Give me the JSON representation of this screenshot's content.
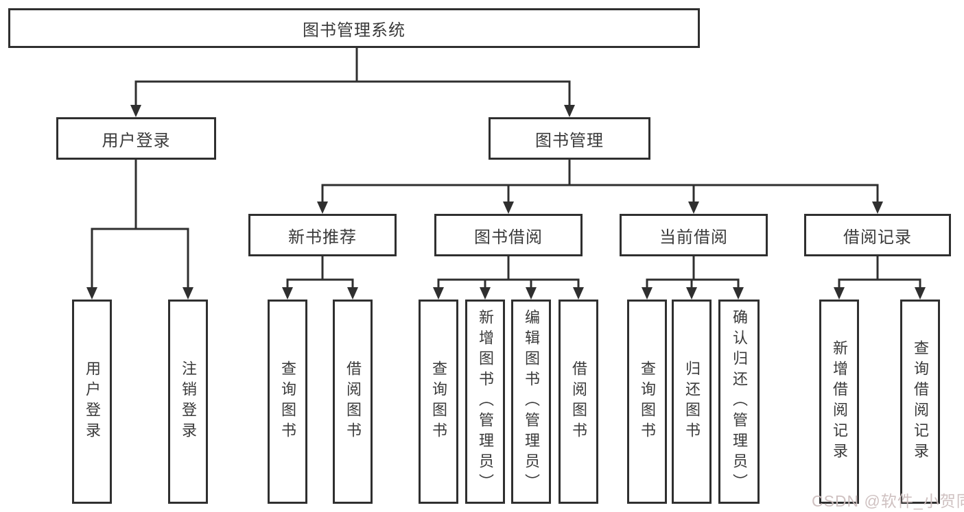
{
  "diagram": {
    "root": {
      "label": "图书管理系统"
    },
    "user_login": {
      "label": "用户登录",
      "children": [
        {
          "label": "用户登录"
        },
        {
          "label": "注销登录"
        }
      ]
    },
    "book_mgmt": {
      "label": "图书管理",
      "children": [
        {
          "label": "新书推荐",
          "children": [
            {
              "label": "查询图书"
            },
            {
              "label": "借阅图书"
            }
          ]
        },
        {
          "label": "图书借阅",
          "children": [
            {
              "label": "查询图书"
            },
            {
              "label": "新增图书（管理员）"
            },
            {
              "label": "编辑图书（管理员）"
            },
            {
              "label": "借阅图书"
            }
          ]
        },
        {
          "label": "当前借阅",
          "children": [
            {
              "label": "查询图书"
            },
            {
              "label": "归还图书"
            },
            {
              "label": "确认归还（管理员）"
            }
          ]
        },
        {
          "label": "借阅记录",
          "children": [
            {
              "label": "新增借阅记录"
            },
            {
              "label": "查询借阅记录"
            }
          ]
        }
      ]
    }
  },
  "watermark": {
    "text": "CSDN @软件_小贺同学"
  },
  "colors": {
    "line": "#2f2f2f",
    "box_border": "#2f2f2f",
    "text": "#3a3a3a",
    "background": "#ffffff",
    "watermark": "#ccbebe"
  }
}
